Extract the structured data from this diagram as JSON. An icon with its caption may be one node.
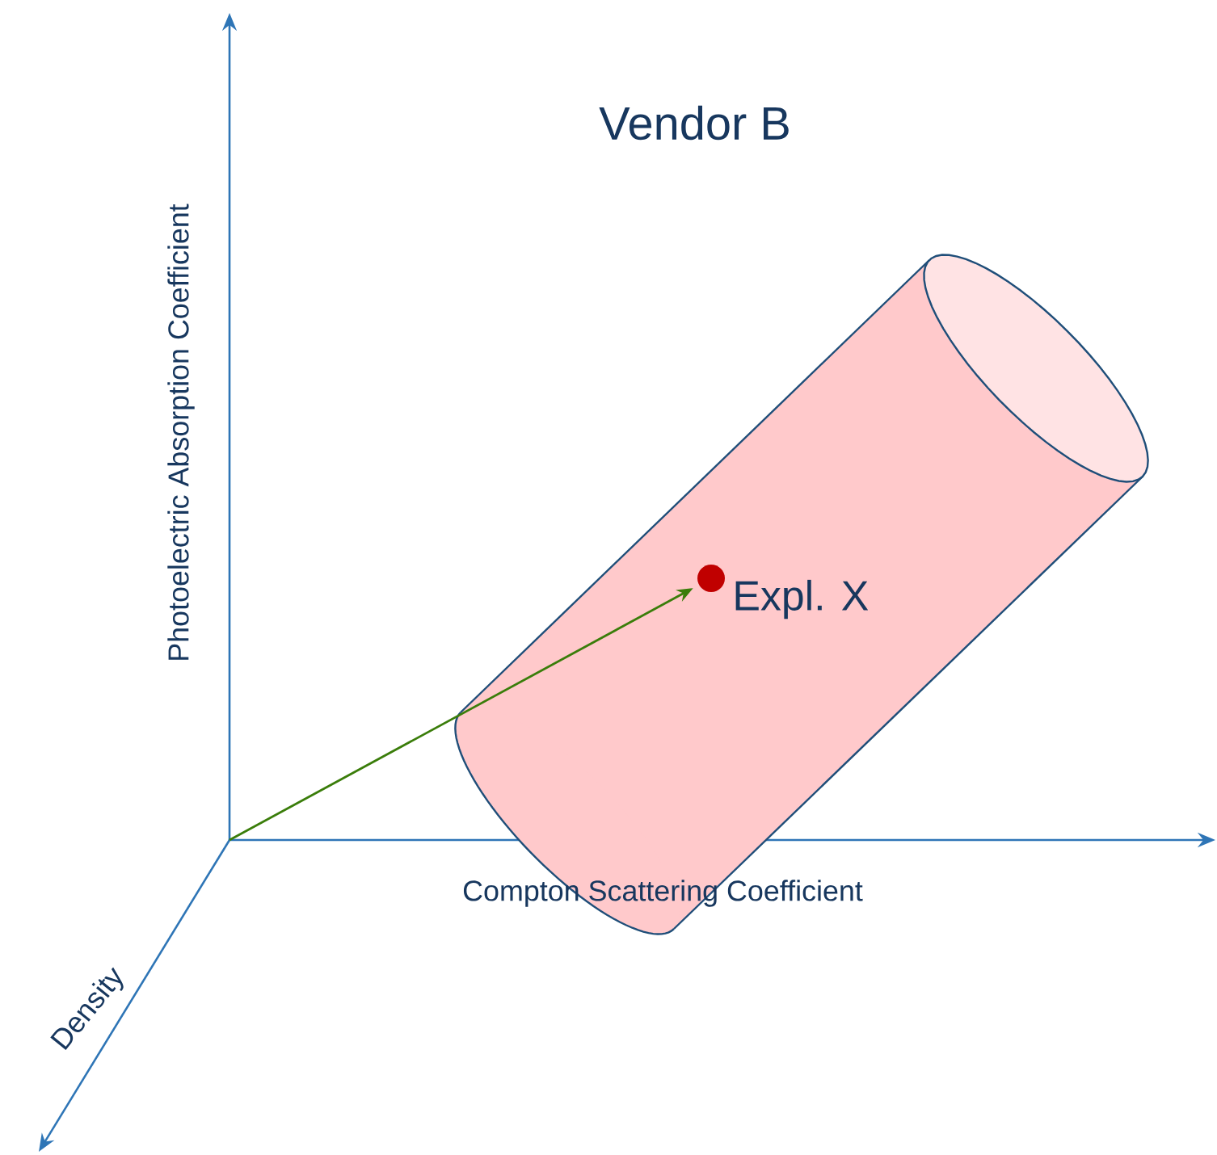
{
  "diagram": {
    "title": "Vendor B",
    "nodes": [
      {
        "text": [],
        "shape": "cylinder"
      },
      {
        "text": [],
        "shape": "circle",
        "beside": [
          "Expl. X"
        ],
        "in": 0
      }
    ],
    "edges": [
      {
        "from": null,
        "to": 1,
        "arrow": "to",
        "color": "#3a7d0a"
      }
    ],
    "labels": [
      "Photoelectric Absorption Coefficient",
      "Compton Scattering Coefficient",
      "Density"
    ]
  }
}
